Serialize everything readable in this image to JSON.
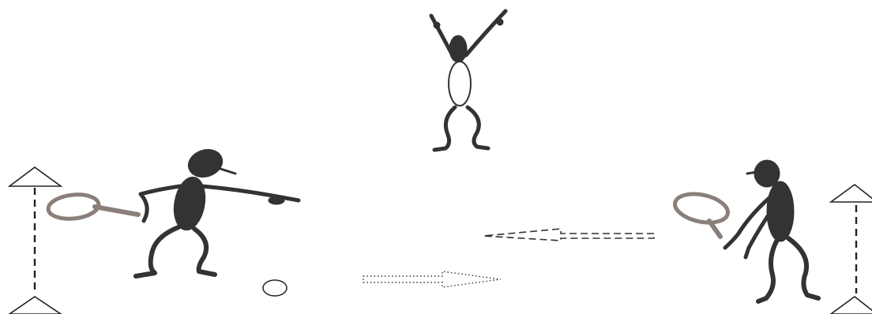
{
  "scene": {
    "description_visible_text": "",
    "colors": {
      "figure": "#333333",
      "outline": "#222222",
      "racket_frame": "#8a7f7a",
      "racket_fill": "#c8bfbb",
      "background": "#ffffff"
    },
    "elements": [
      "left-player",
      "left-racket",
      "center-coach",
      "right-player",
      "right-racket",
      "ball",
      "left-cone-top",
      "left-cone-bottom",
      "right-cone-top",
      "right-cone-bottom",
      "dashed-arrow",
      "dotted-arrow"
    ]
  }
}
